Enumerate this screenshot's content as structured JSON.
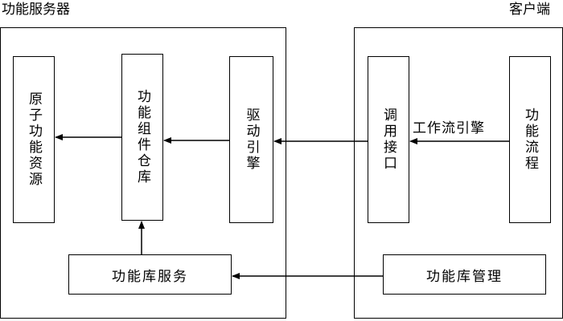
{
  "server": {
    "title": "功能服务器",
    "boxes": {
      "atomic_resources": "原子功能资源",
      "component_repository": "功能组件仓库",
      "driver_engine": "驱动引擎",
      "library_service": "功能库服务"
    }
  },
  "client": {
    "title": "客户端",
    "boxes": {
      "call_interface": "调用接口",
      "function_flow": "功能流程",
      "library_management": "功能库管理"
    },
    "workflow_engine_label": "工作流引擎"
  }
}
